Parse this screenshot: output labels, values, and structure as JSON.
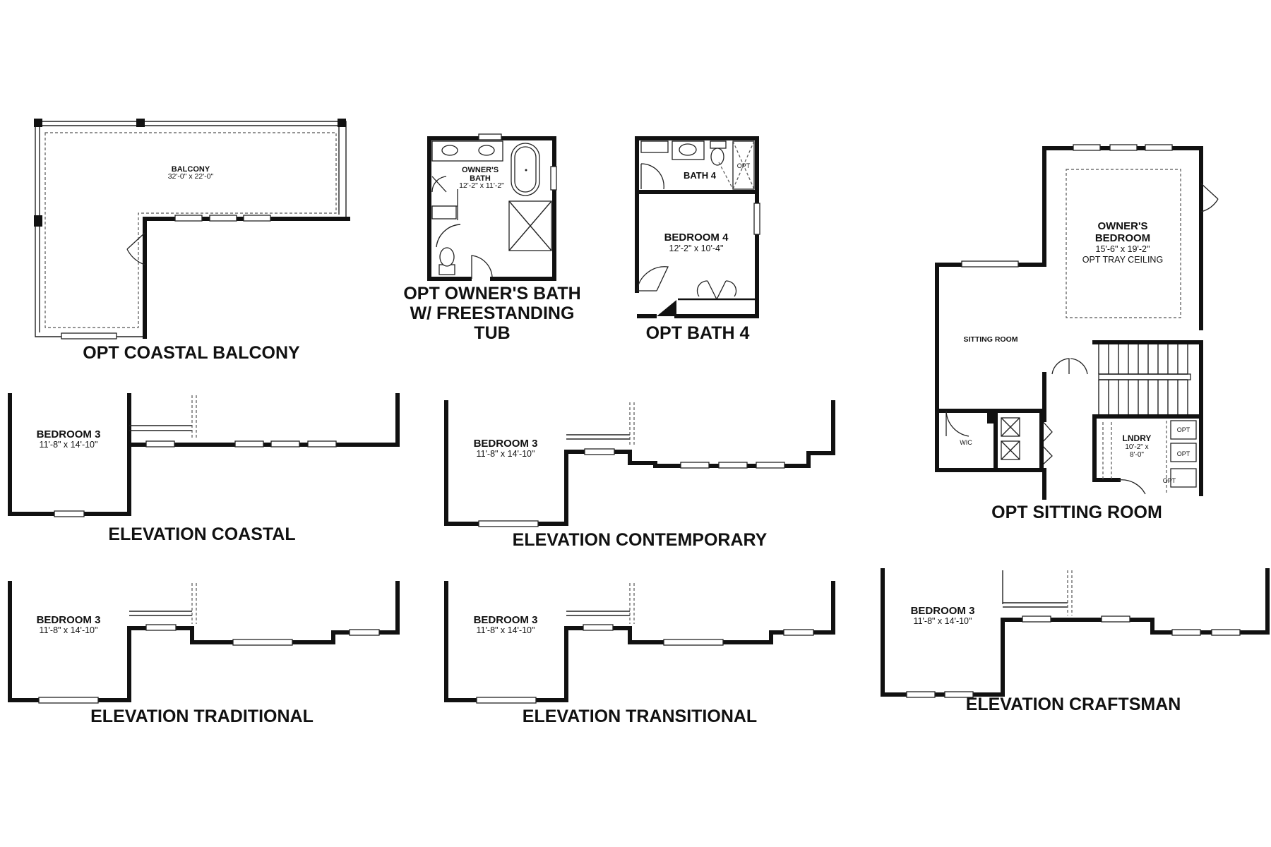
{
  "captions": {
    "coastal_balcony": "OPT COASTAL BALCONY",
    "owners_bath_line1": "OPT OWNER'S BATH",
    "owners_bath_line2": "W/ FREESTANDING",
    "owners_bath_line3": "TUB",
    "bath4": "OPT BATH 4",
    "sitting_room": "OPT SITTING ROOM",
    "elev_coastal": "ELEVATION COASTAL",
    "elev_contemporary": "ELEVATION CONTEMPORARY",
    "elev_traditional": "ELEVATION TRADITIONAL",
    "elev_transitional": "ELEVATION TRANSITIONAL",
    "elev_craftsman": "ELEVATION CRAFTSMAN"
  },
  "rooms": {
    "balcony": {
      "name": "BALCONY",
      "dim": "32'-0\" x 22'-0\""
    },
    "owners_bath": {
      "name1": "OWNER'S",
      "name2": "BATH",
      "dim": "12'-2\" x 11'-2\""
    },
    "bath4": {
      "name": "BATH 4",
      "opt": "OPT"
    },
    "bedroom4": {
      "name": "BEDROOM 4",
      "dim": "12'-2\" x 10'-4\""
    },
    "owners_bedroom": {
      "name1": "OWNER'S",
      "name2": "BEDROOM",
      "dim": "15'-6\" x 19'-2\"",
      "note": "OPT TRAY CEILING"
    },
    "sitting_room": {
      "name": "SITTING ROOM"
    },
    "wic": {
      "name": "WIC"
    },
    "laundry": {
      "name": "LNDRY",
      "dim1": "10'-2\" x",
      "dim2": "8'-0\"",
      "opt": "OPT"
    },
    "bedroom3": {
      "name": "BEDROOM 3",
      "dim": "11'-8\" x 14'-10\""
    }
  }
}
